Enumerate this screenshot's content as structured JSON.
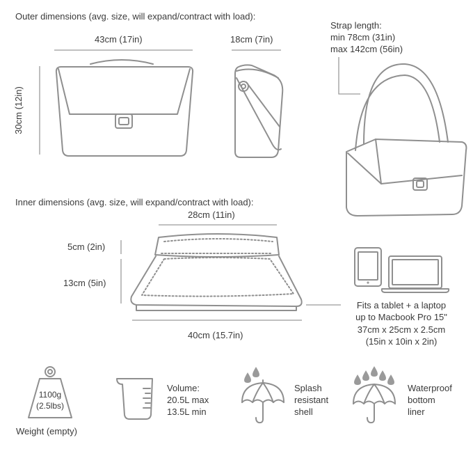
{
  "outer": {
    "heading": "Outer dimensions (avg. size, will expand/contract with load):",
    "width": "43cm (17in)",
    "depth": "18cm (7in)",
    "height": "30cm (12in)"
  },
  "strap": {
    "title": "Strap length:",
    "min": "min 78cm (31in)",
    "max": "max 142cm (56in)"
  },
  "inner": {
    "heading": "Inner dimensions (avg. size, will expand/contract with load):",
    "top_width": "28cm (11in)",
    "top_height": "5cm (2in)",
    "main_height": "13cm (5in)",
    "bottom_width": "40cm (15.7in)"
  },
  "fits": {
    "line1": "Fits a tablet + a laptop",
    "line2": "up to Macbook Pro 15\"",
    "line3": "37cm x 25cm x 2.5cm",
    "line4": "(15in x 10in x 2in)"
  },
  "weight": {
    "value": "1100g",
    "value_imperial": "(2.5lbs)",
    "caption": "Weight (empty)"
  },
  "volume": {
    "label": "Volume:",
    "max": "20.5L max",
    "min": "13.5L min"
  },
  "splash": {
    "l1": "Splash",
    "l2": "resistant",
    "l3": "shell"
  },
  "waterproof": {
    "l1": "Waterproof",
    "l2": "bottom",
    "l3": "liner"
  },
  "icons": [
    "bag-front-icon",
    "bag-side-icon",
    "bag-strap-icon",
    "bag-open-icon",
    "tablet-icon",
    "laptop-icon",
    "weight-icon",
    "measuring-cup-icon",
    "umbrella-splash-icon",
    "umbrella-rain-icon"
  ],
  "colors": {
    "line": "#8f8f8f",
    "text": "#3a3a3a"
  }
}
